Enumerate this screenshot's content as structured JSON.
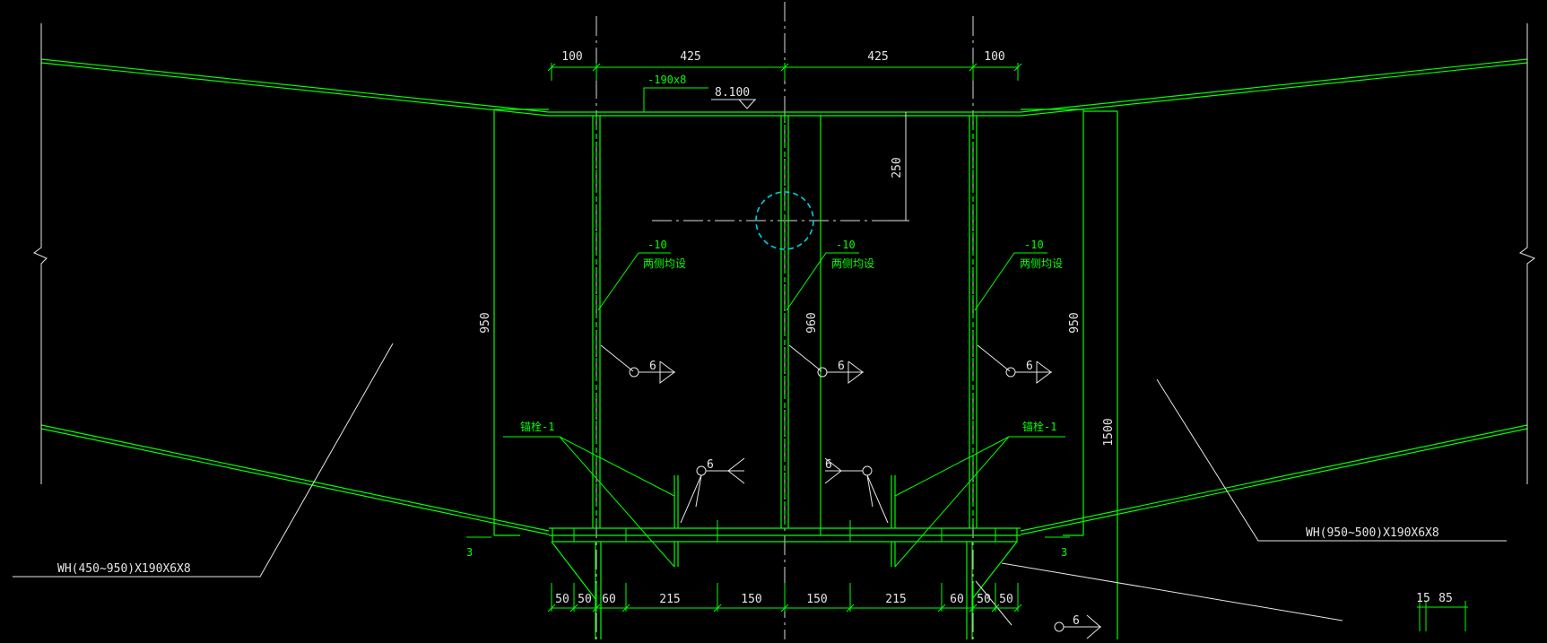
{
  "dimensions": {
    "top": [
      "100",
      "425",
      "425",
      "100"
    ],
    "left_height": "950",
    "right_height": "950",
    "center_height": "960",
    "hole_offset": "250",
    "total_height": "1500",
    "bottom": [
      "50",
      "50",
      "60",
      "215",
      "150",
      "150",
      "215",
      "60",
      "50",
      "50"
    ],
    "corner": [
      "15",
      "85"
    ]
  },
  "labels": {
    "plate_top": "-190x8",
    "elevation": "8.100",
    "stiffener_left": "-10",
    "stiffener_left_note": "两侧均设",
    "stiffener_center": "-10",
    "stiffener_center_note": "两侧均设",
    "stiffener_right": "-10",
    "stiffener_right_note": "两侧均设",
    "detail_left": "锚栓-1",
    "detail_right": "锚栓-1",
    "section_left": "3",
    "section_right": "3",
    "beam_left": "WH(450~950)X190X6X8",
    "beam_right": "WH(950~500)X190X6X8"
  },
  "welds": [
    "6",
    "6",
    "6",
    "6",
    "6",
    "6"
  ],
  "colors": {
    "line": "#00ff00",
    "text": "#e6e6e6",
    "hole": "#00d0e0",
    "background": "#000000"
  }
}
